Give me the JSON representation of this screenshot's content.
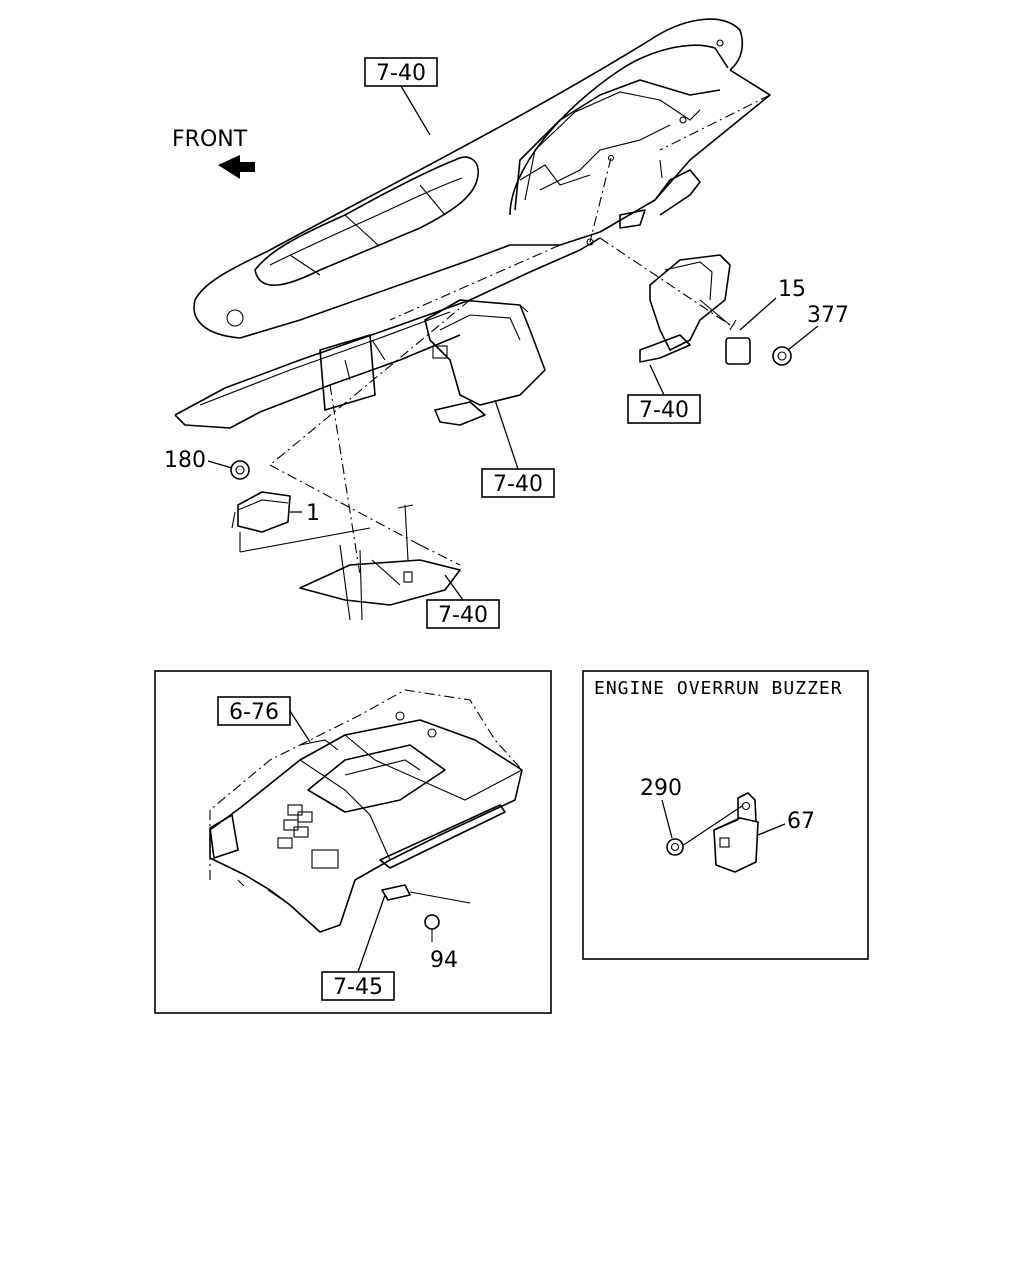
{
  "front_label": "FRONT",
  "references": {
    "top_dash": "7-40",
    "right_bracket": "7-40",
    "center_bracket": "7-40",
    "lower_bracket": "7-40",
    "console_top": "6-76",
    "console_bottom": "7-45"
  },
  "callouts": {
    "p15": "15",
    "p377": "377",
    "p180": "180",
    "p1": "1",
    "p94": "94",
    "p290": "290",
    "p67": "67"
  },
  "buzzer_panel_title": "ENGINE OVERRUN BUZZER"
}
